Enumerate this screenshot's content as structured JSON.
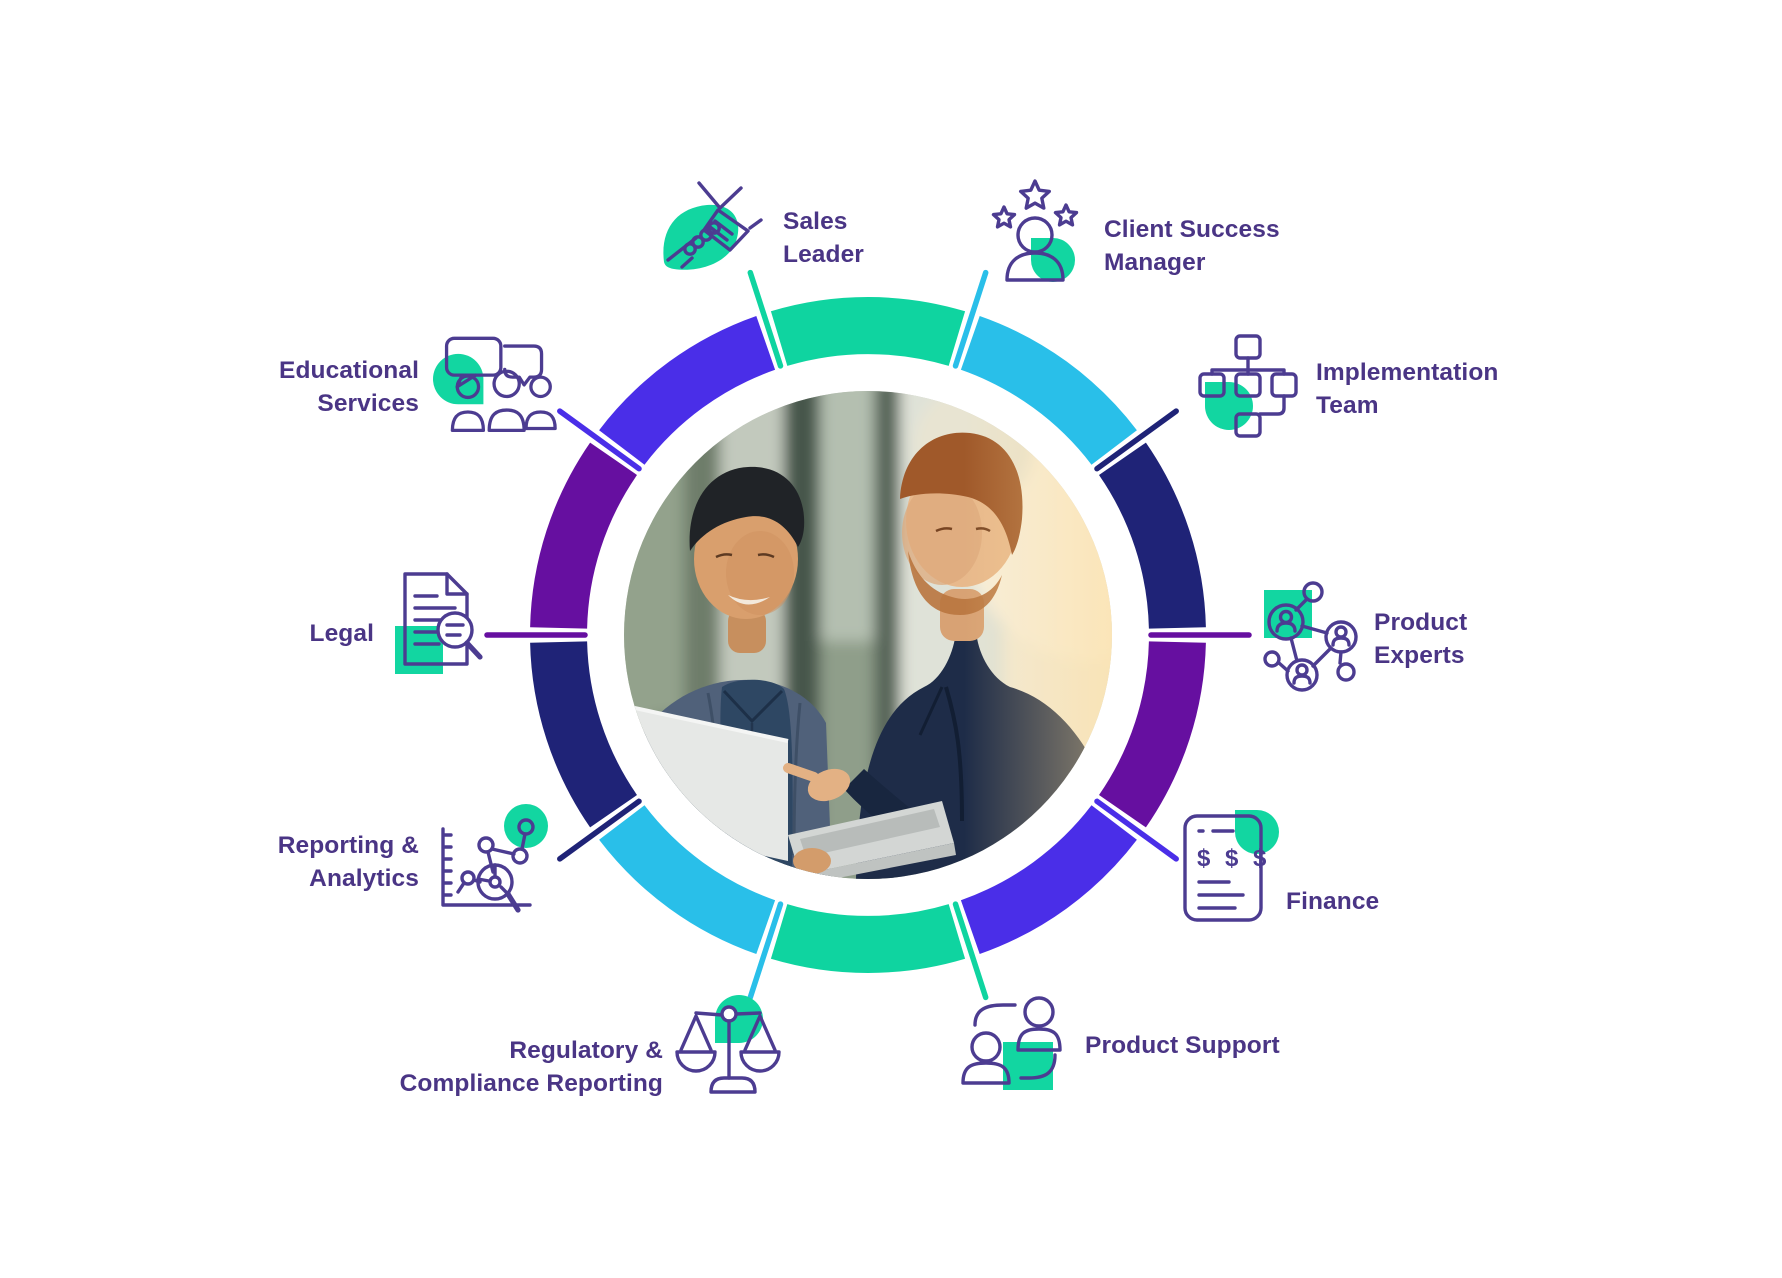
{
  "palette": {
    "background": "#ffffff",
    "label_text": "#4a3585",
    "icon_stroke": "#4c3c91",
    "icon_accent": "#12d6a1",
    "ring_green": "#0fd4a0",
    "ring_cyan": "#29bfe9",
    "ring_navy": "#1f2377",
    "ring_purple": "#660fa0",
    "ring_indigo": "#4a2ee8"
  },
  "ring": {
    "segments_clockwise_from_top": [
      "ring_green",
      "ring_cyan",
      "ring_navy",
      "ring_purple",
      "ring_indigo",
      "ring_green",
      "ring_cyan",
      "ring_navy",
      "ring_purple",
      "ring_indigo"
    ]
  },
  "roles": [
    {
      "id": "sales-leader",
      "line1": "Sales",
      "line2": "Leader",
      "icon": "handshake-icon"
    },
    {
      "id": "client-success-manager",
      "line1": "Client Success",
      "line2": "Manager",
      "icon": "person-stars-icon"
    },
    {
      "id": "implementation-team",
      "line1": "Implementation",
      "line2": "Team",
      "icon": "org-chart-icon"
    },
    {
      "id": "product-experts",
      "line1": "Product",
      "line2": "Experts",
      "icon": "people-network-icon"
    },
    {
      "id": "finance",
      "line1": "Finance",
      "line2": "",
      "icon": "invoice-dollars-icon"
    },
    {
      "id": "product-support",
      "line1": "Product Support",
      "line2": "",
      "icon": "people-sync-icon"
    },
    {
      "id": "regulatory-compliance-reporting",
      "line1": "Regulatory &",
      "line2": "Compliance Reporting",
      "icon": "scales-icon"
    },
    {
      "id": "reporting-analytics",
      "line1": "Reporting &",
      "line2": "Analytics",
      "icon": "analytics-chart-icon"
    },
    {
      "id": "legal",
      "line1": "Legal",
      "line2": "",
      "icon": "document-magnifier-icon"
    },
    {
      "id": "educational-services",
      "line1": "Educational",
      "line2": "Services",
      "icon": "people-chat-icon"
    }
  ]
}
